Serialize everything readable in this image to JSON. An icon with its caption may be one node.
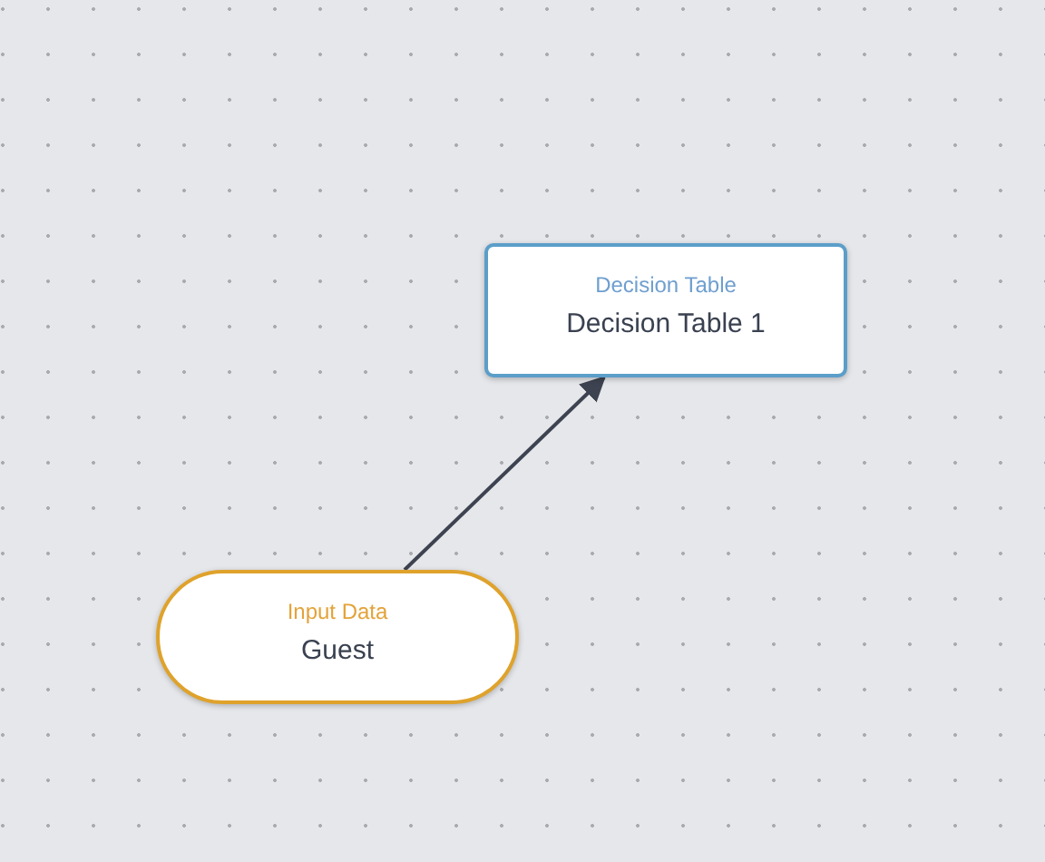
{
  "diagram": {
    "nodes": [
      {
        "text": [
          "Decision Table",
          "Decision Table 1"
        ]
      },
      {
        "text": [
          "Input Data",
          "Guest"
        ]
      }
    ],
    "edges": [
      {
        "from": 1,
        "to": 0,
        "arrow": "to"
      }
    ]
  }
}
